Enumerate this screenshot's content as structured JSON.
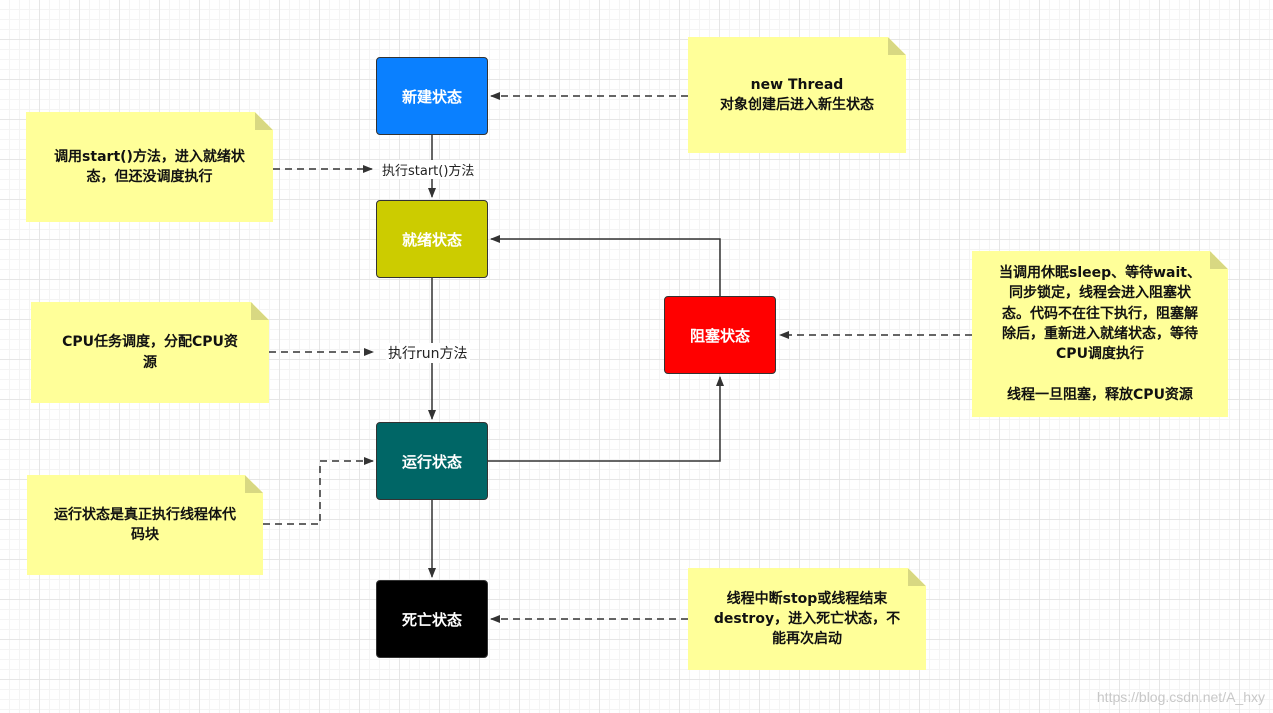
{
  "states": {
    "new": "新建状态",
    "ready": "就绪状态",
    "blocked": "阻塞状态",
    "running": "运行状态",
    "dead": "死亡状态"
  },
  "state_colors": {
    "new": "#0a80ff",
    "ready": "#cccc00",
    "blocked": "#ff0000",
    "running": "#006666",
    "dead": "#000000"
  },
  "edge_labels": {
    "start": "执行start()方法",
    "run": "执行run方法"
  },
  "notes": {
    "new": "new Thread\n对象创建后进入新生状态",
    "start": "调用start()方法，进入就绪状\n态，但还没调度执行",
    "cpu": "CPU任务调度，分配CPU资\n源",
    "running": "运行状态是真正执行线程体代\n码块",
    "blocked": "当调用休眠sleep、等待wait、\n同步锁定，线程会进入阻塞状\n态。代码不在往下执行，阻塞解\n除后，重新进入就绪状态，等待\nCPU调度执行\n\n线程一旦阻塞，释放CPU资源",
    "dead": "线程中断stop或线程结束\ndestroy，进入死亡状态，不\n能再次启动"
  },
  "note_color": "#ffff99",
  "watermark": "https://blog.csdn.net/A_hxy"
}
